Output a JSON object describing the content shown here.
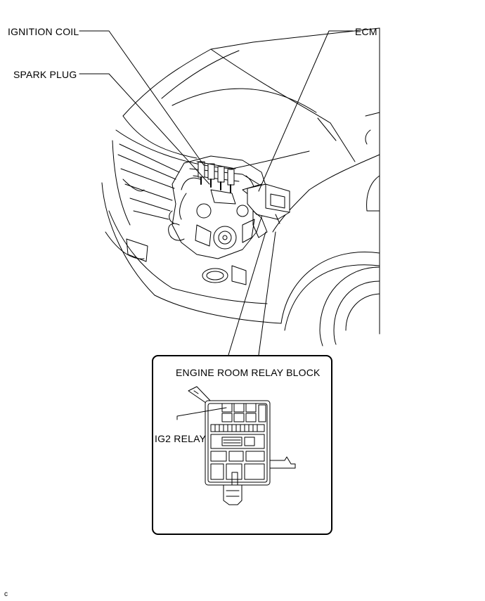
{
  "labels": {
    "ignition_coil": "IGNITION COIL",
    "spark_plug": "SPARK PLUG",
    "ecm": "ECM",
    "relay_block_title": "ENGINE ROOM RELAY BLOCK",
    "ig2_relay": "IG2 RELAY",
    "figure_code": "c"
  },
  "colors": {
    "line": "#000000",
    "background": "#ffffff"
  }
}
